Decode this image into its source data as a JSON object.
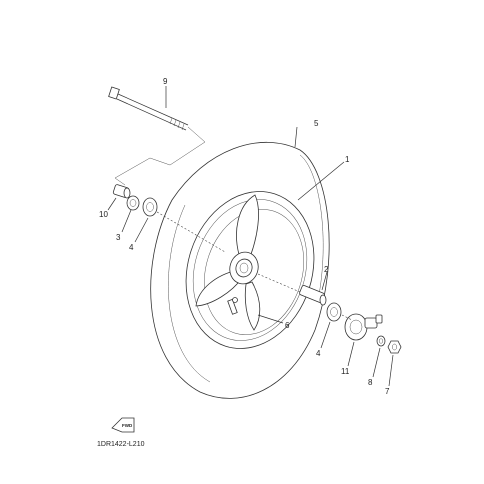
{
  "diagram": {
    "callouts": [
      {
        "id": "callout-1",
        "label": "1"
      },
      {
        "id": "callout-2",
        "label": "2"
      },
      {
        "id": "callout-3",
        "label": "3"
      },
      {
        "id": "callout-4a",
        "label": "4"
      },
      {
        "id": "callout-4b",
        "label": "4"
      },
      {
        "id": "callout-5",
        "label": "5"
      },
      {
        "id": "callout-6",
        "label": "6"
      },
      {
        "id": "callout-7",
        "label": "7"
      },
      {
        "id": "callout-8",
        "label": "8"
      },
      {
        "id": "callout-9",
        "label": "9"
      },
      {
        "id": "callout-10",
        "label": "10"
      },
      {
        "id": "callout-11",
        "label": "11"
      }
    ],
    "fwd_label": "FWD",
    "drawing_code": "1DR1422-L210"
  }
}
